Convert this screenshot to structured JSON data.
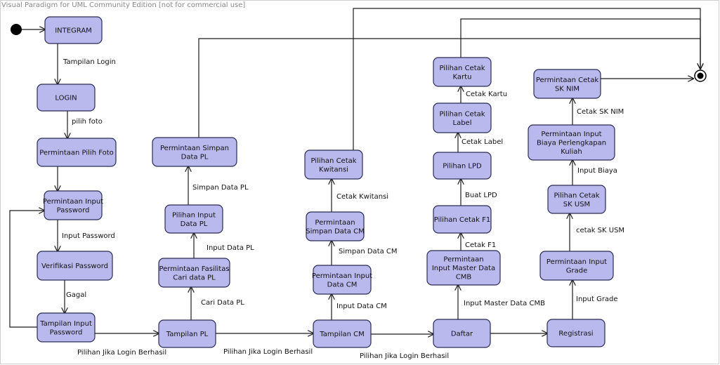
{
  "watermark": "Visual Paradigm for UML Community Edition [not for commercial use]",
  "states": [
    {
      "id": "integram",
      "lines": [
        "INTEGRAM"
      ]
    },
    {
      "id": "login",
      "lines": [
        "LOGIN"
      ]
    },
    {
      "id": "pilih-foto",
      "lines": [
        "Permintaan  Pilih Foto"
      ]
    },
    {
      "id": "input-password",
      "lines": [
        "Permintaan Input",
        "Password"
      ]
    },
    {
      "id": "verifikasi",
      "lines": [
        "Verifikasi Password"
      ]
    },
    {
      "id": "tampilan-input-password",
      "lines": [
        "Tampilan Input",
        "Password"
      ]
    },
    {
      "id": "tampilan-pl",
      "lines": [
        "Tampilan PL"
      ]
    },
    {
      "id": "fasilitas-cari-pl",
      "lines": [
        "Permintaan Fasilitas",
        "Cari data PL"
      ]
    },
    {
      "id": "pilihan-input-pl",
      "lines": [
        "Pilihan Input",
        "Data PL"
      ]
    },
    {
      "id": "simpan-pl",
      "lines": [
        "Permintaan Simpan",
        "Data PL"
      ]
    },
    {
      "id": "tampilan-cm",
      "lines": [
        "Tampilan CM"
      ]
    },
    {
      "id": "input-data-cm",
      "lines": [
        "Permintaan Input",
        "Data CM"
      ]
    },
    {
      "id": "simpan-cm",
      "lines": [
        "Permintaan",
        "Simpan Data CM"
      ]
    },
    {
      "id": "cetak-kwitansi",
      "lines": [
        "Pilihan Cetak",
        "Kwitansi"
      ]
    },
    {
      "id": "daftar",
      "lines": [
        "Daftar"
      ]
    },
    {
      "id": "input-master-cmb",
      "lines": [
        "Permintaan",
        "Input Master Data",
        "CMB"
      ]
    },
    {
      "id": "cetak-f1",
      "lines": [
        "Pilihan Cetak F1"
      ]
    },
    {
      "id": "pilihan-lpd",
      "lines": [
        "Pilihan LPD"
      ]
    },
    {
      "id": "cetak-label",
      "lines": [
        "Pilihan Cetak",
        "Label"
      ]
    },
    {
      "id": "cetak-kartu",
      "lines": [
        "Pilihan Cetak",
        "Kartu"
      ]
    },
    {
      "id": "registrasi",
      "lines": [
        "Registrasi"
      ]
    },
    {
      "id": "input-grade",
      "lines": [
        "Permintaan Input",
        "Grade"
      ]
    },
    {
      "id": "cetak-sk-usm",
      "lines": [
        "Pilihan Cetak",
        "SK USM"
      ]
    },
    {
      "id": "biaya",
      "lines": [
        "Permintaan Input",
        "Biaya Perlengkapan",
        "Kuliah"
      ]
    },
    {
      "id": "sk-nim",
      "lines": [
        "Permintaan Cetak",
        "SK NIM"
      ]
    }
  ],
  "transitions": [
    {
      "id": "t1",
      "label": "Tampilan Login"
    },
    {
      "id": "t2",
      "label": "pilih foto"
    },
    {
      "id": "t3",
      "label": ""
    },
    {
      "id": "t4",
      "label": "Input Password"
    },
    {
      "id": "t5",
      "label": "Gagal"
    },
    {
      "id": "t6",
      "label": ""
    },
    {
      "id": "t7",
      "label": "Pilihan Jika Login Berhasil"
    },
    {
      "id": "t8",
      "label": "Cari Data PL"
    },
    {
      "id": "t9",
      "label": "Input Data PL"
    },
    {
      "id": "t10",
      "label": "Simpan Data PL"
    },
    {
      "id": "t11",
      "label": ""
    },
    {
      "id": "t12",
      "label": "Pilihan Jika Login Berhasil"
    },
    {
      "id": "t13",
      "label": "Input Data CM"
    },
    {
      "id": "t14",
      "label": "Simpan Data CM"
    },
    {
      "id": "t15",
      "label": "Cetak Kwitansi"
    },
    {
      "id": "t16",
      "label": ""
    },
    {
      "id": "t17",
      "label": "Pilihan Jika Login Berhasil"
    },
    {
      "id": "t18",
      "label": "Input Master Data CMB"
    },
    {
      "id": "t19",
      "label": "Cetak F1"
    },
    {
      "id": "t20",
      "label": "Buat LPD"
    },
    {
      "id": "t21",
      "label": "Cetak Label"
    },
    {
      "id": "t22",
      "label": "Cetak Kartu"
    },
    {
      "id": "t23",
      "label": ""
    },
    {
      "id": "t24",
      "label": ""
    },
    {
      "id": "t25",
      "label": "Input Grade"
    },
    {
      "id": "t26",
      "label": "cetak SK USM"
    },
    {
      "id": "t27",
      "label": "Input Biaya"
    },
    {
      "id": "t28",
      "label": "Cetak SK NIM"
    },
    {
      "id": "t29",
      "label": ""
    }
  ]
}
